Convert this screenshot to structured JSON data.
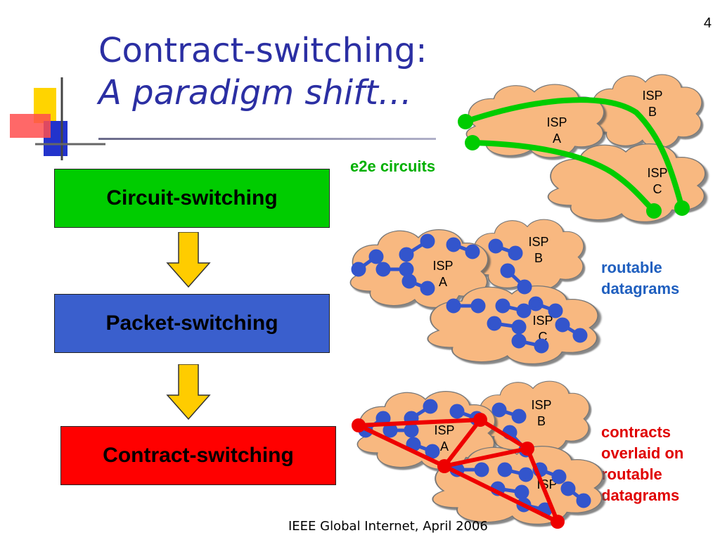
{
  "slide": {
    "number": "4",
    "title_line1": "Contract-switching:",
    "title_line2": "A paradigm shift…"
  },
  "steps": {
    "circuit": "Circuit-switching",
    "packet": "Packet-switching",
    "contract": "Contract-switching"
  },
  "captions": {
    "e2e": "e2e circuits",
    "routable_line1": "routable",
    "routable_line2": "datagrams",
    "contracts_line1": "contracts",
    "contracts_line2": "overlaid on",
    "contracts_line3": "routable",
    "contracts_line4": "datagrams"
  },
  "isp": {
    "a_name": "ISP",
    "a_letter": "A",
    "b_name": "ISP",
    "b_letter": "B",
    "c_name": "ISP",
    "c_letter": "C"
  },
  "footer": "IEEE Global Internet, April 2006",
  "colors": {
    "title": "#2b2fa3",
    "cloud": "#f8b880",
    "circuit": "#00cc00",
    "packet": "#3a5fcd",
    "contract": "#ff0000",
    "arrow": "#ffcc00",
    "node": "#3355cc"
  }
}
